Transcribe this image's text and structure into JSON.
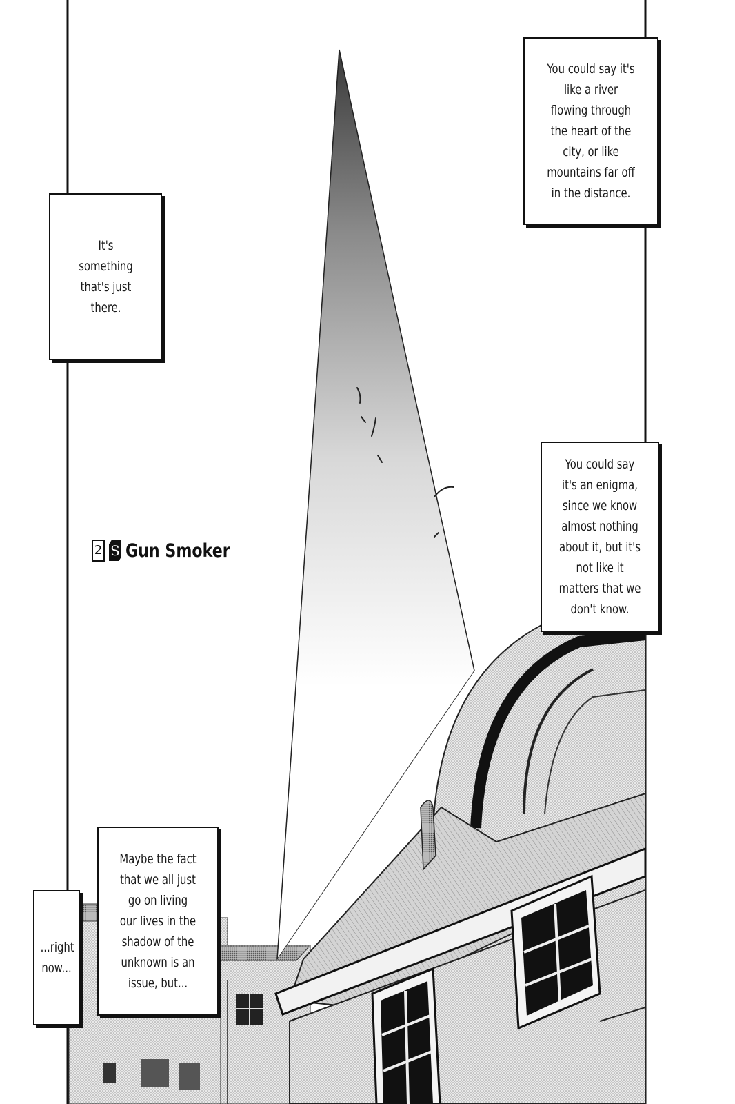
{
  "captions": {
    "caption_1": "You could say it's like a river flowing through the heart of the city, or like mountains far off in the distance.",
    "caption_2": "It's something that's just there.",
    "caption_3": "You could say it's an enigma, since we know almost nothing about it, but it's not like it matters that we don't know.",
    "caption_4": "Maybe the fact that we all just go on living our lives in the shadow of the unknown is an issue, but...",
    "caption_5": "...right now..."
  },
  "chapter": {
    "number": "2",
    "mark": "S",
    "title": "Gun Smoker"
  },
  "colors": {
    "ink": "#111111",
    "paper": "#ffffff"
  }
}
